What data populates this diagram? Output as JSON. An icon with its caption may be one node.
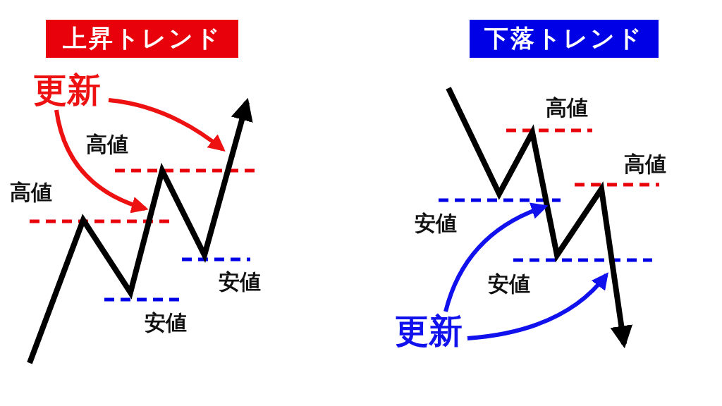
{
  "diagram": {
    "nodes": [
      {
        "text": [
          "上昇トレンド"
        ]
      },
      {
        "text": [
          "下落トレンド"
        ]
      },
      {
        "text": [
          "更新"
        ]
      },
      {
        "text": [
          "更新"
        ]
      }
    ],
    "edges": [
      {
        "from": 2,
        "to": null,
        "arrow": "to",
        "color": "#ee1111"
      },
      {
        "from": 2,
        "to": null,
        "arrow": "to",
        "color": "#ee1111"
      },
      {
        "from": 3,
        "to": null,
        "arrow": "to",
        "color": "#1111ee"
      },
      {
        "from": 3,
        "to": null,
        "arrow": "to",
        "color": "#1111ee"
      }
    ],
    "labels": [
      "高値",
      "高値",
      "安値",
      "安値",
      "高値",
      "高値",
      "安値",
      "安値"
    ]
  }
}
